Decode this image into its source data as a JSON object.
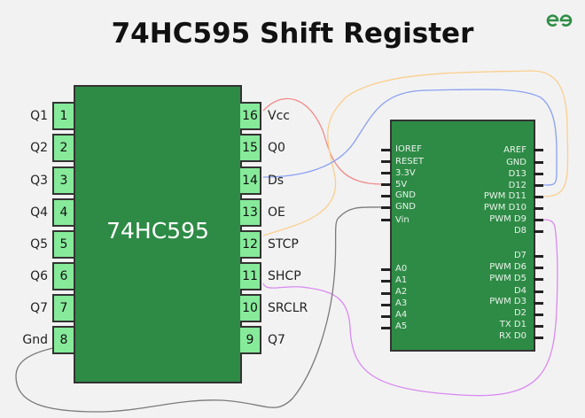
{
  "title": "74HC595 Shift Register",
  "logo": {
    "icon": "geeksforgeeks-logo-icon",
    "color": "#2f8d46"
  },
  "colors": {
    "background": "#f2f2f2",
    "chip_body": "#2e8b46",
    "pin_fill": "#86ea9a",
    "wire_red": "#f08a8a",
    "wire_orange": "#fbcf8f",
    "wire_blue": "#8aa0f0",
    "wire_purple": "#d98af0",
    "wire_gray": "#7a7a7a"
  },
  "shift_register": {
    "label": "74HC595",
    "left_pins": [
      {
        "number": "1",
        "name": "Q1"
      },
      {
        "number": "2",
        "name": "Q2"
      },
      {
        "number": "3",
        "name": "Q3"
      },
      {
        "number": "4",
        "name": "Q4"
      },
      {
        "number": "5",
        "name": "Q5"
      },
      {
        "number": "6",
        "name": "Q6"
      },
      {
        "number": "7",
        "name": "Q7"
      },
      {
        "number": "8",
        "name": "Gnd"
      }
    ],
    "right_pins": [
      {
        "number": "16",
        "name": "Vcc"
      },
      {
        "number": "15",
        "name": "Q0"
      },
      {
        "number": "14",
        "name": "Ds"
      },
      {
        "number": "13",
        "name": "OE"
      },
      {
        "number": "12",
        "name": "STCP"
      },
      {
        "number": "11",
        "name": "SHCP"
      },
      {
        "number": "10",
        "name": "SRCLR"
      },
      {
        "number": "9",
        "name": "Q7"
      }
    ]
  },
  "arduino": {
    "left_pins_top": [
      "IOREF",
      "RESET",
      "3.3V",
      "5V",
      "GND",
      "GND",
      "Vin"
    ],
    "left_pins_bottom": [
      "A0",
      "A1",
      "A2",
      "A3",
      "A4",
      "A5"
    ],
    "right_pins_top": [
      "AREF",
      "GND",
      "D13",
      "D12",
      "PWM D11",
      "PWM D10",
      "PWM D9",
      "D8"
    ],
    "right_pins_bottom": [
      "D7",
      "PWM D6",
      "PWM D5",
      "D4",
      "PWM D3",
      "D2",
      "TX D1",
      "RX D0"
    ]
  },
  "connections": [
    {
      "from": "74HC595 pin 16 (Vcc)",
      "to": "Arduino 5V",
      "color": "red"
    },
    {
      "from": "74HC595 pin 14 (Ds)",
      "to": "Arduino D12",
      "color": "blue"
    },
    {
      "from": "74HC595 pin 12 (STCP)",
      "to": "Arduino PWM D11",
      "color": "orange"
    },
    {
      "from": "74HC595 pin 11 (SHCP)",
      "to": "Arduino PWM D9",
      "color": "purple"
    },
    {
      "from": "74HC595 pin 8 (Gnd)",
      "to": "Arduino GND",
      "color": "gray"
    }
  ]
}
